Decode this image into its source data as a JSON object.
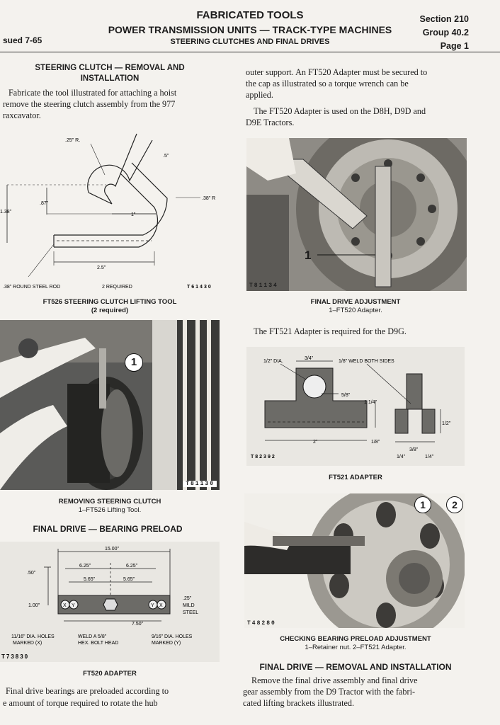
{
  "header": {
    "title": "FABRICATED TOOLS",
    "subtitle": "POWER TRANSMISSION UNITS — TRACK-TYPE MACHINES",
    "sub2": "STEERING CLUTCHES AND FINAL DRIVES",
    "issued": "sued 7-65",
    "section": "Section 210",
    "group": "Group 40.2",
    "page": "Page 1"
  },
  "left": {
    "heading1_line1": "STEERING CLUTCH — REMOVAL AND",
    "heading1_line2": "INSTALLATION",
    "para1_line1": "Fabricate the tool illustrated for attaching a hoist",
    "para1_line2": "remove the steering clutch assembly from the 977",
    "para1_line3": "raxcavator.",
    "fig1": {
      "r_label": ".25\" R.",
      "dim_5": ".5\"",
      "dim_38r": ".38\" R",
      "dim_87": ".87\"",
      "dim_138": "1.38\"",
      "dim_1": "1\"",
      "dim_25": "2.5\"",
      "note": ".38\" ROUND STEEL ROD",
      "req": "2 REQUIRED",
      "code": "T61430",
      "caption_line1": "FT526 STEERING CLUTCH LIFTING TOOL",
      "caption_line2": "(2 required)"
    },
    "photo1": {
      "callout": "1",
      "code": "T81130",
      "caption_line1": "REMOVING STEERING CLUTCH",
      "caption_line2": "1–FT526 Lifting Tool."
    },
    "heading2": "FINAL DRIVE — BEARING PRELOAD",
    "fig2": {
      "d15": "15.00\"",
      "d625a": "6.25\"",
      "d625b": "6.25\"",
      "d565a": "5.65\"",
      "d565b": "5.65\"",
      "d50": ".50\"",
      "d100": "1.00\"",
      "d25": ".25\"",
      "mild": "MILD",
      "steel": "STEEL",
      "d750": "7.50\"",
      "note1a": "11/16\" DIA. HOLES",
      "note1b": "MARKED (X)",
      "note2a": "WELD A 5/8\"",
      "note2b": "HEX. BOLT HEAD",
      "note3a": "9/16\" DIA. HOLES",
      "note3b": "MARKED (Y)",
      "code": "T73830",
      "caption": "FT520 ADAPTER"
    },
    "para2_line1": "Final drive bearings are preloaded according to",
    "para2_line2": "e amount of torque required to rotate the hub"
  },
  "right": {
    "para1_line1": "outer support. An FT520 Adapter must be secured to",
    "para1_line2": "the cap as illustrated so a torque wrench can be",
    "para1_line3": "applied.",
    "para2_line1": "The FT520 Adapter is used on the D8H, D9D and",
    "para2_line2": "D9E Tractors.",
    "photo1": {
      "callout": "1",
      "code": "T81134",
      "caption_line1": "FINAL DRIVE ADJUSTMENT",
      "caption_line2": "1–FT520 Adapter."
    },
    "para3": "The FT521 Adapter is required for the D9G.",
    "fig3": {
      "d12dia": "1/2\" DIA.",
      "d34": "3/4\"",
      "weld": "1/8\" WELD BOTH SIDES",
      "d58": "5/8\"",
      "d114": "1 1/4\"",
      "d2": "2\"",
      "d18": "1/8\"",
      "d12": "1/2\"",
      "d38": "3/8\"",
      "d14a": "1/4\"",
      "d14b": "1/4\"",
      "code": "T82392",
      "caption": "FT521 ADAPTER"
    },
    "photo2": {
      "callout1": "1",
      "callout2": "2",
      "code": "T48280",
      "caption_line1": "CHECKING BEARING PRELOAD ADJUSTMENT",
      "caption_line2": "1–Retainer nut. 2–FT521 Adapter."
    },
    "heading3": "FINAL DRIVE — REMOVAL AND INSTALLATION",
    "para4_line1": "Remove the final drive assembly and final drive",
    "para4_line2": "gear assembly from the D9 Tractor with the fabri-",
    "para4_line3": "cated lifting brackets illustrated."
  }
}
